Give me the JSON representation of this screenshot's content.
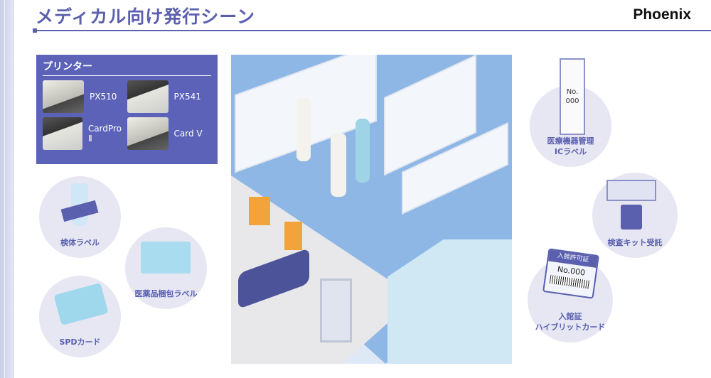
{
  "header": {
    "title": "メディカル向け発行シーン",
    "brand": "Phoenix"
  },
  "printers": {
    "heading": "プリンター",
    "items": [
      {
        "name": "PX510"
      },
      {
        "name": "PX541"
      },
      {
        "name": "CardPro Ⅱ"
      },
      {
        "name": "Card V"
      }
    ]
  },
  "scenes": {
    "specimen": "検体ラベル",
    "pharma": "医薬品梱包ラベル",
    "spd": "SPDカード",
    "ic_label_1": "医療機器管理",
    "ic_label_2": "ICラベル",
    "ic_tag_no": "No.",
    "ic_tag_num": "000",
    "test_kit": "検査キット受託",
    "pass_1": "入館証",
    "pass_2": "ハイブリットカード",
    "pass_card_header": "入館許可証",
    "pass_card_no": "No.000"
  }
}
